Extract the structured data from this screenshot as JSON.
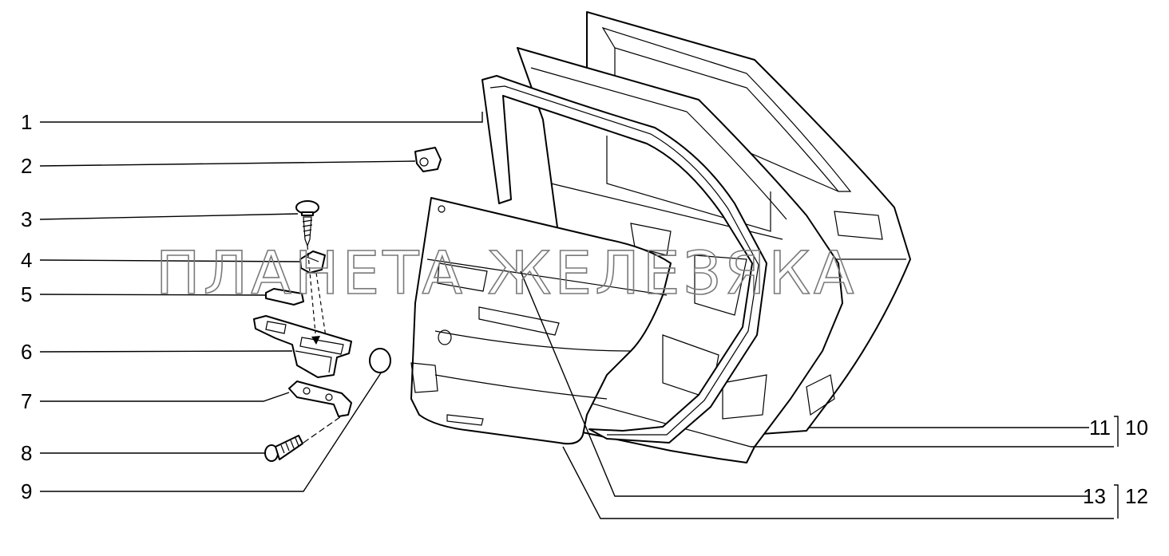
{
  "callouts": [
    "1",
    "2",
    "3",
    "4",
    "5",
    "6",
    "7",
    "8",
    "9",
    "11",
    "10",
    "13",
    "12"
  ],
  "watermark": "ПЛАНЕТА ЖЕЛЕЗЯКА"
}
